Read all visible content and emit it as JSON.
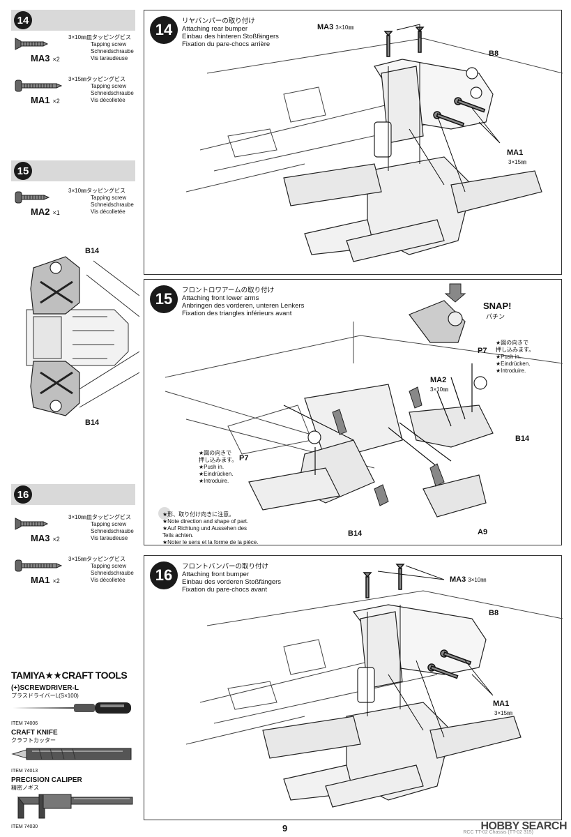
{
  "sidebar": {
    "step14": {
      "num": "14",
      "screws": [
        {
          "code": "MA3",
          "qty": "×2",
          "size": "3×10㎜皿タッピングビス",
          "desc": [
            "Tapping screw",
            "Schneidschraube",
            "Vis taraudeuse"
          ]
        },
        {
          "code": "MA1",
          "qty": "×2",
          "size": "3×15㎜タッピングビス",
          "desc": [
            "Tapping screw",
            "Schneidschraube",
            "Vis décolletée"
          ]
        }
      ]
    },
    "step15": {
      "num": "15",
      "screws": [
        {
          "code": "MA2",
          "qty": "×1",
          "size": "3×10㎜タッピングビス",
          "desc": [
            "Tapping screw",
            "Schneidschraube",
            "Vis décolletée"
          ]
        }
      ],
      "part_top": "B14",
      "part_bottom": "B14"
    },
    "step16": {
      "num": "16",
      "screws": [
        {
          "code": "MA3",
          "qty": "×2",
          "size": "3×10㎜皿タッピングビス",
          "desc": [
            "Tapping screw",
            "Schneidschraube",
            "Vis taraudeuse"
          ]
        },
        {
          "code": "MA1",
          "qty": "×2",
          "size": "3×15㎜タッピングビス",
          "desc": [
            "Tapping screw",
            "Schneidschraube",
            "Vis décolletée"
          ]
        }
      ]
    },
    "tools": {
      "title": "TAMIYA★★CRAFT TOOLS",
      "items": [
        {
          "name": "(+)SCREWDRIVER-L",
          "jp": "プラスドライバーL(S×100)",
          "item": "ITEM 74006"
        },
        {
          "name": "CRAFT KNIFE",
          "jp": "クラフトカッター",
          "item": "ITEM 74013"
        },
        {
          "name": "PRECISION CALIPER",
          "jp": "精密ノギス",
          "item": "ITEM 74030"
        }
      ]
    }
  },
  "panel14": {
    "num": "14",
    "title": [
      "リヤバンパーの取り付け",
      "Attaching rear bumper",
      "Einbau des hinteren Stoßfängers",
      "Fixation du pare-chocs arrière"
    ],
    "labels": {
      "ma3": "MA3",
      "ma3_size": "3×10㎜",
      "b8": "B8",
      "ma1": "MA1",
      "ma1_size": "3×15㎜"
    }
  },
  "panel15": {
    "num": "15",
    "title": [
      "フロントロワアームの取り付け",
      "Attaching front lower arms",
      "Anbringen des vorderen, unteren Lenkers",
      "Fixation des triangles inférieurs avant"
    ],
    "snap": "SNAP!",
    "snap_jp": "パチン",
    "labels": {
      "p7_right": "P7",
      "p7_left": "P7",
      "ma2": "MA2",
      "ma2_size": "3×10㎜",
      "b14_right": "B14",
      "b14_bottom": "B14",
      "a9": "A9"
    },
    "push_note": [
      "★図の向きで",
      "押し込みます。",
      "★Push in.",
      "★Eindrücken.",
      "★Introduire."
    ],
    "direction_note": [
      "★形、取り付け向きに注意。",
      "★Note direction and shape of part.",
      "★Auf Richtung und Aussehen des",
      "Teils achten.",
      "★Noter le sens et la forme de la pièce."
    ]
  },
  "panel16": {
    "num": "16",
    "title": [
      "フロントバンパーの取り付け",
      "Attaching front bumper",
      "Einbau des vorderen Stoßfängers",
      "Fixation du pare-chocs avant"
    ],
    "labels": {
      "ma3": "MA3",
      "ma3_size": "3×10㎜",
      "b8": "B8",
      "ma1": "MA1",
      "ma1_size": "3×15㎜"
    }
  },
  "footer": {
    "page": "9",
    "watermark": "HOBBY SEARCH",
    "code": "RCC TT-02 Chassis (TT-02 315)"
  }
}
